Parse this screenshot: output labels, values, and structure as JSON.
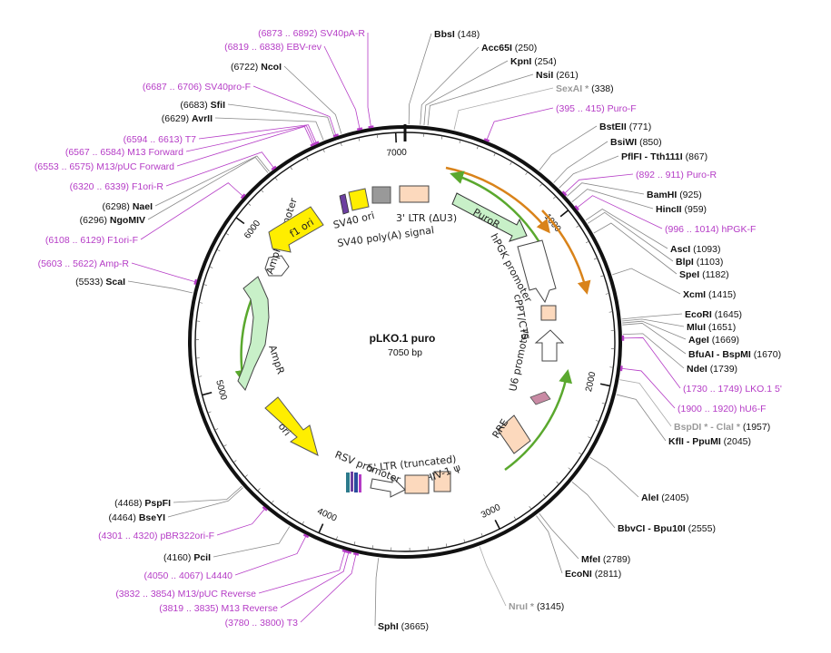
{
  "plasmid": {
    "name": "pLKO.1 puro",
    "size_label": "7050 bp",
    "ticks": [
      "1000",
      "2000",
      "3000",
      "4000",
      "5000",
      "6000",
      "7000"
    ]
  },
  "site_labels": [
    {
      "id": "bbsi",
      "name": "BbsI",
      "pos": "(148)",
      "type": "enzyme"
    },
    {
      "id": "acc65i",
      "name": "Acc65I",
      "pos": "(250)",
      "type": "enzyme"
    },
    {
      "id": "kpni",
      "name": "KpnI",
      "pos": "(254)",
      "type": "enzyme"
    },
    {
      "id": "nsii",
      "name": "NsiI",
      "pos": "(261)",
      "type": "enzyme"
    },
    {
      "id": "sexai",
      "name": "SexAI *",
      "pos": "(338)",
      "type": "enzyme-gray"
    },
    {
      "id": "puro-f",
      "name": "Puro-F",
      "pos": "(395 .. 415)",
      "type": "primer"
    },
    {
      "id": "bsteii",
      "name": "BstEII",
      "pos": "(771)",
      "type": "enzyme"
    },
    {
      "id": "bsiwi",
      "name": "BsiWI",
      "pos": "(850)",
      "type": "enzyme"
    },
    {
      "id": "pflfi",
      "name": "PflFI - Tth111I",
      "pos": "(867)",
      "type": "enzyme"
    },
    {
      "id": "puro-r",
      "name": "Puro-R",
      "pos": "(892 .. 911)",
      "type": "primer"
    },
    {
      "id": "bamhi",
      "name": "BamHI",
      "pos": "(925)",
      "type": "enzyme"
    },
    {
      "id": "hincii",
      "name": "HincII",
      "pos": "(959)",
      "type": "enzyme"
    },
    {
      "id": "hpgk-f",
      "name": "hPGK-F",
      "pos": "(996 .. 1014)",
      "type": "primer"
    },
    {
      "id": "asci",
      "name": "AscI",
      "pos": "(1093)",
      "type": "enzyme"
    },
    {
      "id": "blpi",
      "name": "BlpI",
      "pos": "(1103)",
      "type": "enzyme"
    },
    {
      "id": "spei",
      "name": "SpeI",
      "pos": "(1182)",
      "type": "enzyme"
    },
    {
      "id": "xcmi",
      "name": "XcmI",
      "pos": "(1415)",
      "type": "enzyme"
    },
    {
      "id": "ecori",
      "name": "EcoRI",
      "pos": "(1645)",
      "type": "enzyme"
    },
    {
      "id": "mlui",
      "name": "MluI",
      "pos": "(1651)",
      "type": "enzyme"
    },
    {
      "id": "agei",
      "name": "AgeI",
      "pos": "(1669)",
      "type": "enzyme"
    },
    {
      "id": "bfuai",
      "name": "BfuAI - BspMI",
      "pos": "(1670)",
      "type": "enzyme"
    },
    {
      "id": "ndei",
      "name": "NdeI",
      "pos": "(1739)",
      "type": "enzyme"
    },
    {
      "id": "lko1-5",
      "name": "LKO.1 5'",
      "pos": "(1730 .. 1749)",
      "type": "primer"
    },
    {
      "id": "hu6-f",
      "name": "hU6-F",
      "pos": "(1900 .. 1920)",
      "type": "primer"
    },
    {
      "id": "bspdi",
      "name": "BspDI * - ClaI *",
      "pos": "(1957)",
      "type": "enzyme-gray"
    },
    {
      "id": "kfli",
      "name": "KflI - PpuMI",
      "pos": "(2045)",
      "type": "enzyme"
    },
    {
      "id": "alei",
      "name": "AleI",
      "pos": "(2405)",
      "type": "enzyme"
    },
    {
      "id": "bbvci",
      "name": "BbvCI - Bpu10I",
      "pos": "(2555)",
      "type": "enzyme"
    },
    {
      "id": "mfei",
      "name": "MfeI",
      "pos": "(2789)",
      "type": "enzyme"
    },
    {
      "id": "econi",
      "name": "EcoNI",
      "pos": "(2811)",
      "type": "enzyme"
    },
    {
      "id": "nrui",
      "name": "NruI *",
      "pos": "(3145)",
      "type": "enzyme-gray"
    },
    {
      "id": "sphi",
      "name": "SphI",
      "pos": "(3665)",
      "type": "enzyme"
    },
    {
      "id": "t3",
      "name": "T3",
      "pos": "(3780 .. 3800)",
      "type": "primer"
    },
    {
      "id": "m13-reverse",
      "name": "M13 Reverse",
      "pos": "(3819 .. 3835)",
      "type": "primer"
    },
    {
      "id": "m13puc-reverse",
      "name": "M13/pUC Reverse",
      "pos": "(3832 .. 3854)",
      "type": "primer"
    },
    {
      "id": "l4440",
      "name": "L4440",
      "pos": "(4050 .. 4067)",
      "type": "primer"
    },
    {
      "id": "pcii",
      "name": "PciI",
      "pos": "(4160)",
      "type": "enzyme"
    },
    {
      "id": "pbr322ori-f",
      "name": "pBR322ori-F",
      "pos": "(4301 .. 4320)",
      "type": "primer"
    },
    {
      "id": "bseyi",
      "name": "BseYI",
      "pos": "(4464)",
      "type": "enzyme"
    },
    {
      "id": "pspfi",
      "name": "PspFI",
      "pos": "(4468)",
      "type": "enzyme"
    },
    {
      "id": "scai",
      "name": "ScaI",
      "pos": "(5533)",
      "type": "enzyme"
    },
    {
      "id": "amp-r",
      "name": "Amp-R",
      "pos": "(5603 .. 5622)",
      "type": "primer"
    },
    {
      "id": "f1ori-f",
      "name": "F1ori-F",
      "pos": "(6108 .. 6129)",
      "type": "primer"
    },
    {
      "id": "ngomiv",
      "name": "NgoMIV",
      "pos": "(6296)",
      "type": "enzyme"
    },
    {
      "id": "naei",
      "name": "NaeI",
      "pos": "(6298)",
      "type": "enzyme"
    },
    {
      "id": "f1ori-r",
      "name": "F1ori-R",
      "pos": "(6320 .. 6339)",
      "type": "primer"
    },
    {
      "id": "m13puc-forward",
      "name": "M13/pUC Forward",
      "pos": "(6553 .. 6575)",
      "type": "primer"
    },
    {
      "id": "m13-forward",
      "name": "M13 Forward",
      "pos": "(6567 .. 6584)",
      "type": "primer"
    },
    {
      "id": "t7",
      "name": "T7",
      "pos": "(6594 .. 6613)",
      "type": "primer"
    },
    {
      "id": "avrii",
      "name": "AvrII",
      "pos": "(6629)",
      "type": "enzyme"
    },
    {
      "id": "sfii",
      "name": "SfiI",
      "pos": "(6683)",
      "type": "enzyme"
    },
    {
      "id": "sv40pro-f",
      "name": "SV40pro-F",
      "pos": "(6687 .. 6706)",
      "type": "primer"
    },
    {
      "id": "ncoi",
      "name": "NcoI",
      "pos": "(6722)",
      "type": "enzyme"
    },
    {
      "id": "ebv-rev",
      "name": "EBV-rev",
      "pos": "(6819 .. 6838)",
      "type": "primer"
    },
    {
      "id": "sv40pa-r",
      "name": "SV40pA-R",
      "pos": "(6873 .. 6892)",
      "type": "primer"
    }
  ],
  "features": {
    "puror": "PuroR",
    "hpgk_promoter": "hPGK promoter",
    "cppt_cts": "cPPT/CTS",
    "u6_promoter": "U6 promoter",
    "rre": "RRE",
    "hiv1_psi": "HIV-1 ψ",
    "ltr5": "5' LTR (truncated)",
    "rsv_promoter": "RSV promoter",
    "ori": "ori",
    "ampr": "AmpR",
    "ampr_promoter": "AmpR promoter",
    "f1_ori": "f1 ori",
    "sv40_ori": "SV40 ori",
    "sv40_polya": "SV40 poly(A) signal",
    "ltr3": "3' LTR (ΔU3)"
  },
  "colors": {
    "enzyme": "#111111",
    "primer": "#b53cc6",
    "gray_enzyme": "#9a9a9a",
    "puror_fill": "#c8f0c8",
    "ampr_fill": "#c8f0c8",
    "ori_fill": "#ffee00",
    "ltr_fill": "#fcd9bd",
    "promoter_fill": "#ffffff",
    "green_arc": "#5aa82e",
    "orange_arc": "#d9831a",
    "backbone": "#111111"
  }
}
